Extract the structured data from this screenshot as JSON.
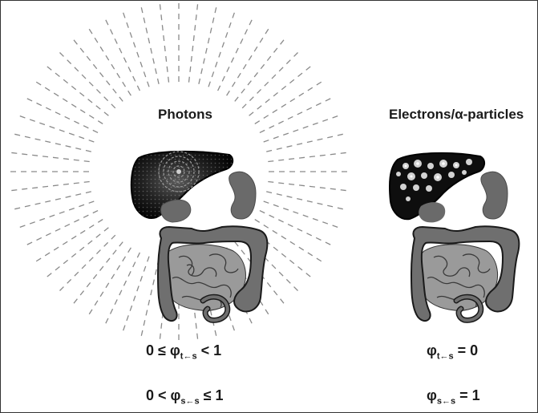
{
  "panels": {
    "left": {
      "title": "Photons",
      "equations": [
        {
          "lhs": "0 ≤ ",
          "phi": "φ",
          "sub": "t←s",
          "rhs": " < 1"
        },
        {
          "lhs": "0 < ",
          "phi": "φ",
          "sub": "s←s",
          "rhs": " ≤ 1"
        }
      ]
    },
    "right": {
      "title": "Electrons/α-particles",
      "equations": [
        {
          "lhs": "",
          "phi": "φ",
          "sub": "t←s",
          "rhs": " = 0"
        },
        {
          "lhs": "",
          "phi": "φ",
          "sub": "s←s",
          "rhs": " = 1"
        }
      ]
    }
  },
  "colors": {
    "liver": "#111111",
    "kidney": "#6a6a6a",
    "colon": "#6f6f6f",
    "small_intestine": "#9a9a9a",
    "rays": "#8a8a8a"
  }
}
